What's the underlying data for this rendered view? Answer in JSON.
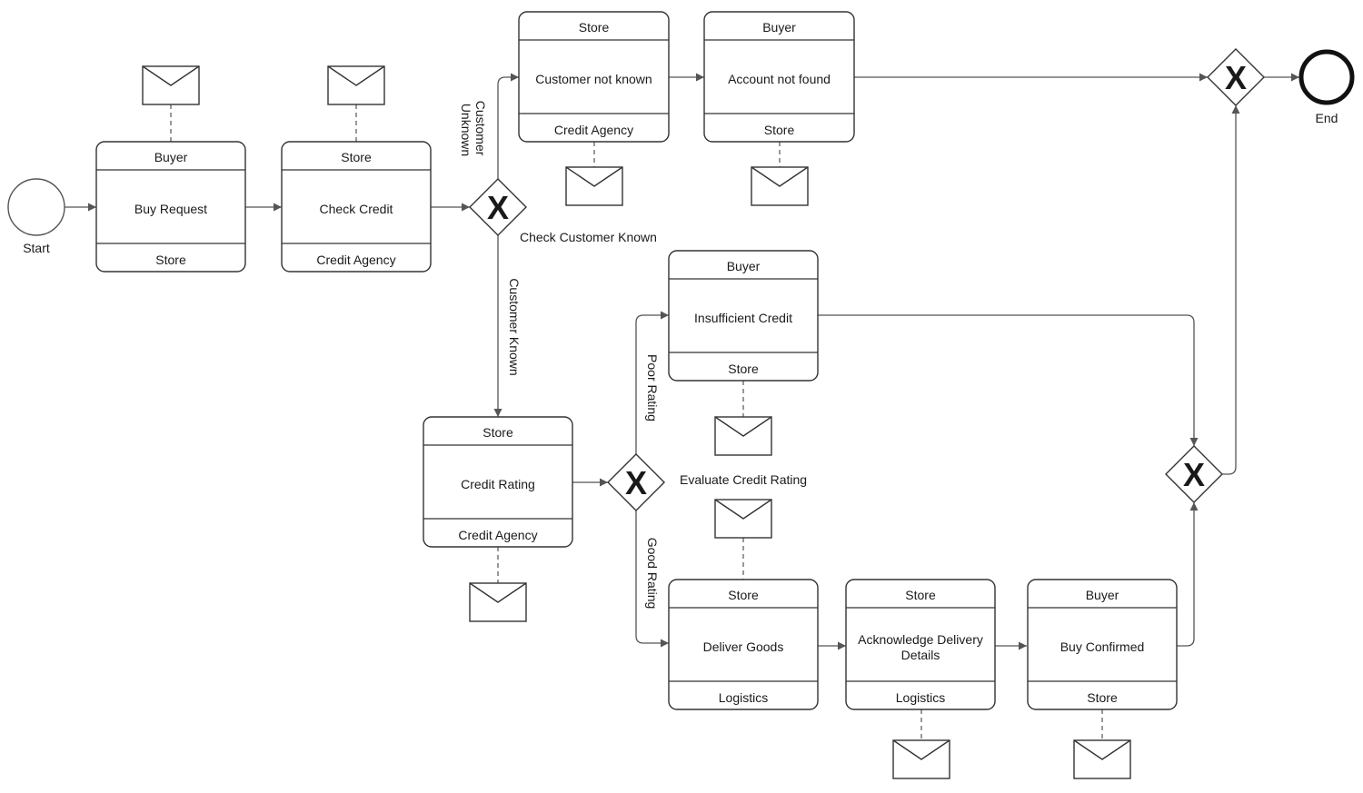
{
  "events": {
    "start": {
      "label": "Start"
    },
    "end": {
      "label": "End"
    }
  },
  "tasks": [
    {
      "id": "buy-request",
      "top": "Buyer",
      "title": [
        "Buy Request"
      ],
      "bottom": "Store"
    },
    {
      "id": "check-credit",
      "top": "Store",
      "title": [
        "Check Credit"
      ],
      "bottom": "Credit Agency"
    },
    {
      "id": "customer-not-known",
      "top": "Store",
      "title": [
        "Customer not known"
      ],
      "bottom": "Credit Agency"
    },
    {
      "id": "account-not-found",
      "top": "Buyer",
      "title": [
        "Account not found"
      ],
      "bottom": "Store"
    },
    {
      "id": "insufficient-credit",
      "top": "Buyer",
      "title": [
        "Insufficient Credit"
      ],
      "bottom": "Store"
    },
    {
      "id": "credit-rating",
      "top": "Store",
      "title": [
        "Credit Rating"
      ],
      "bottom": "Credit Agency"
    },
    {
      "id": "deliver-goods",
      "top": "Store",
      "title": [
        "Deliver Goods"
      ],
      "bottom": "Logistics"
    },
    {
      "id": "acknowledge-delivery",
      "top": "Store",
      "title": [
        "Acknowledge Delivery",
        "Details"
      ],
      "bottom": "Logistics"
    },
    {
      "id": "buy-confirmed",
      "top": "Buyer",
      "title": [
        "Buy Confirmed"
      ],
      "bottom": "Store"
    }
  ],
  "gateways": {
    "check_customer": {
      "symbol": "X",
      "label": "Check Customer Known"
    },
    "evaluate_credit": {
      "symbol": "X",
      "label": "Evaluate Credit Rating"
    },
    "merge_lower": {
      "symbol": "X"
    },
    "merge_end": {
      "symbol": "X"
    }
  },
  "flow_labels": {
    "customer_unknown": [
      "Customer",
      "Unknown"
    ],
    "customer_known": "Customer Known",
    "poor_rating": "Poor Rating",
    "good_rating": "Good Rating"
  },
  "colors": {
    "stroke": "#444444",
    "text": "#1a1a1a",
    "background": "#ffffff"
  }
}
